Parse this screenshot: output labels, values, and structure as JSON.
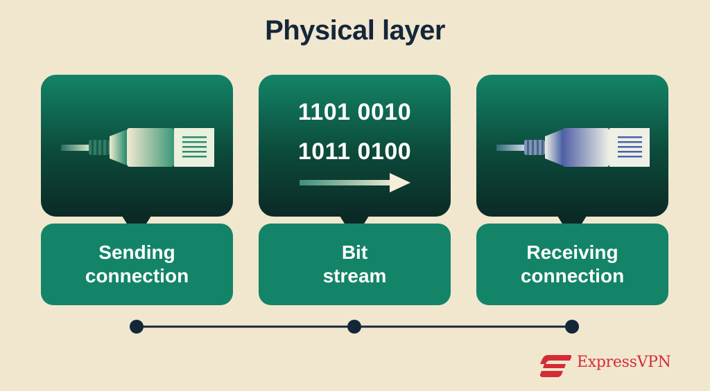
{
  "title": "Physical layer",
  "stages": [
    {
      "label_line1": "Sending",
      "label_line2": "connection"
    },
    {
      "label_line1": "Bit",
      "label_line2": "stream",
      "bits": [
        "1101 0010",
        "1011 0100"
      ]
    },
    {
      "label_line1": "Receiving",
      "label_line2": "connection"
    }
  ],
  "brand": {
    "name": "ExpressVPN",
    "color": "#d42b35"
  },
  "colors": {
    "background": "#f1e7cf",
    "card": "#138467",
    "card_dark": "#0b2a25",
    "text_dark": "#14263a"
  },
  "icons": [
    "ethernet-plug-icon",
    "arrow-right-icon",
    "expressvpn-logo-icon"
  ]
}
